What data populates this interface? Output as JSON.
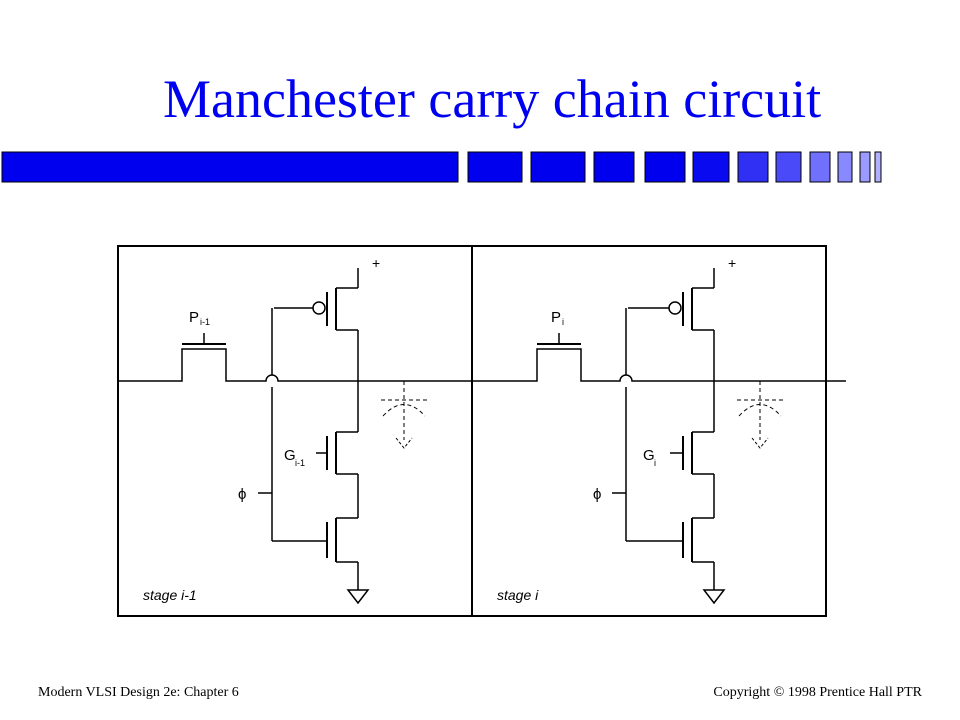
{
  "slide": {
    "title": "Manchester carry chain circuit",
    "footer_left": "Modern VLSI Design 2e: Chapter 6",
    "footer_right": "Copyright © 1998 Prentice Hall PTR"
  },
  "diagram": {
    "stage_left": {
      "p_label": "P",
      "p_sub": "i-1",
      "g_label": "G",
      "g_sub": "i-1",
      "phi": "ϕ",
      "supply": "+",
      "stage_label": "stage i-1"
    },
    "stage_right": {
      "p_label": "P",
      "p_sub": "i",
      "g_label": "G",
      "g_sub": "i",
      "phi": "ϕ",
      "supply": "+",
      "stage_label": "stage i"
    }
  },
  "colors": {
    "title": "#0000f0",
    "bar_dark": "#0000ee",
    "bar_light": "#9090ff"
  }
}
